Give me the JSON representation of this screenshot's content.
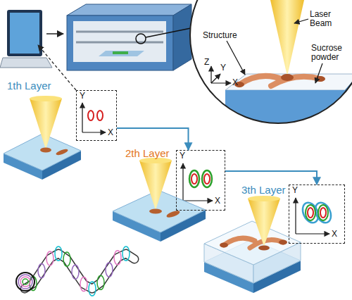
{
  "diagram": {
    "nodes": [
      {
        "text": [
          "Laser Beam",
          "Structure",
          "Sucrose powder",
          "Z",
          "Y",
          "X"
        ]
      },
      {
        "text": [
          "Y",
          "X"
        ]
      },
      {
        "text": [
          "Y",
          "X"
        ]
      },
      {
        "text": [
          "Y",
          "X"
        ]
      }
    ],
    "edges": [
      {
        "from": 1,
        "to": 2,
        "arrow": "to"
      },
      {
        "from": 2,
        "to": 3,
        "arrow": "to"
      }
    ],
    "labels": [
      "1th Layer",
      "2th Layer",
      "3th Layer"
    ]
  }
}
